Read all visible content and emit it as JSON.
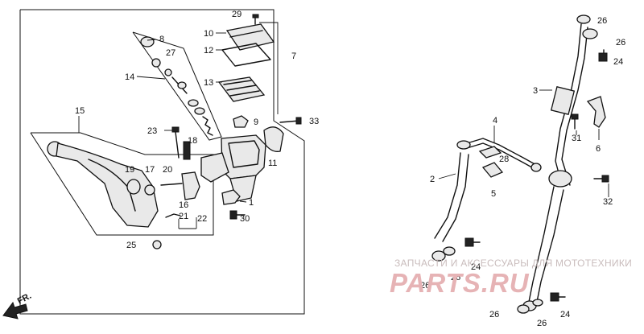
{
  "diagram": {
    "callouts": [
      "29",
      "10",
      "12",
      "7",
      "8",
      "27",
      "14",
      "13",
      "9",
      "33",
      "15",
      "23",
      "18",
      "11",
      "19",
      "17",
      "20",
      "16",
      "1",
      "21",
      "22",
      "30",
      "25",
      "26",
      "24",
      "3",
      "4",
      "2",
      "28",
      "5",
      "31",
      "6",
      "32"
    ],
    "direction_label": "FR.",
    "watermark": {
      "text": "ЗАПЧАСТИ И АКСЕССУАРЫ ДЛЯ МОТОТЕХНИКИ",
      "logo": "PARTS.RU"
    }
  }
}
